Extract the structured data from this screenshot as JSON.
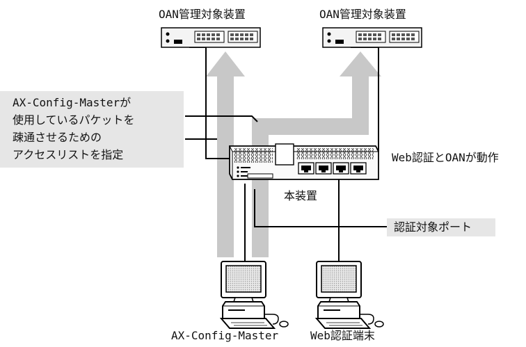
{
  "devices": {
    "oan_left_label": "OAN管理対象装置",
    "oan_right_label": "OAN管理対象装置",
    "main_device_label": "本装置",
    "main_device_note": "Web認証とOANが動作",
    "pc_left_label": "AX-Config-Master",
    "pc_right_label": "Web認証端末"
  },
  "annotations": {
    "acl_lines": [
      "AX-Config-Masterが",
      "使用しているパケットを",
      "疎通させるための",
      "アクセスリストを指定"
    ],
    "port_label": "認証対象ポート"
  },
  "colors": {
    "traffic_arrow": "#c8c8c8",
    "annotation_box": "#e6e6e6",
    "line": "#000000"
  }
}
